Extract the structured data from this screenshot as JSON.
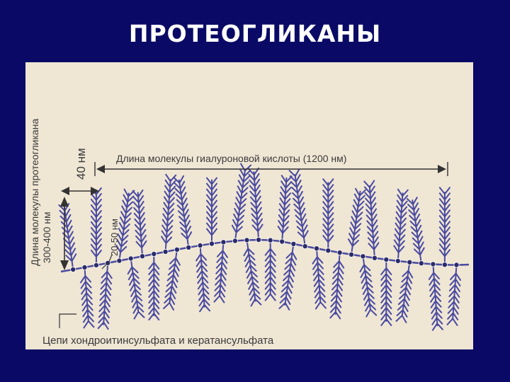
{
  "title": "ПРОТЕОГЛИКАНЫ",
  "diagram": {
    "proteoglycan_length_label": "Длина молекулы протеогликана",
    "proteoglycan_length_value": "300-400 нм",
    "spacing_label": "40 нм",
    "hyaluronic_length_label": "Длина молекулы гиалуроновой кислоты (1200 нм)",
    "chain_length_label": "20-50 нм",
    "chains_label": "Цепи хондроитинсульфата и кератансульфата"
  },
  "colors": {
    "background": "#0a0a66",
    "figure_bg": "#efe6d4",
    "molecule": "#4a4aa0",
    "text": "#3a3a3a"
  }
}
